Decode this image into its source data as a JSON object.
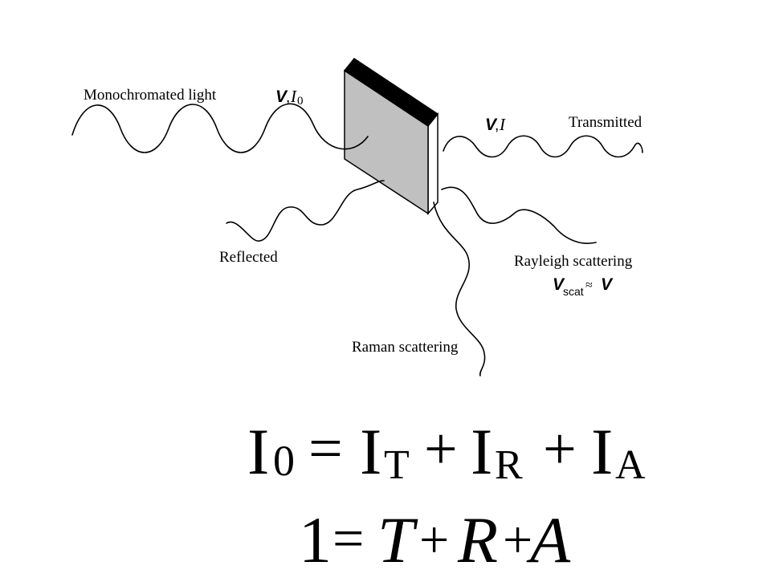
{
  "labels": {
    "incident": "Monochromated light",
    "transmitted": "Transmitted",
    "reflected": "Reflected",
    "rayleigh": "Rayleigh scattering",
    "raman": "Raman scattering"
  },
  "symbols": {
    "incident_nu": "V",
    "incident_sep": ",",
    "incident_I": "I",
    "incident_I_sub": "0",
    "trans_nu": "V",
    "trans_sep": ",",
    "trans_I": "I",
    "rayleigh_nu": "V",
    "rayleigh_nu_sub": "scat",
    "rayleigh_approx": "≈",
    "rayleigh_nu2": "V"
  },
  "equation1": {
    "lhs": "I",
    "lhs_sub": "0",
    "eq": "=",
    "t1": "I",
    "t1_sub": "T",
    "plus1": "+",
    "t2": "I",
    "t2_sub": "R",
    "plus2": "+",
    "t3": "I",
    "t3_sub": "A"
  },
  "equation2": {
    "lhs": "1",
    "eq": "=",
    "t1": "T",
    "plus1": "+",
    "t2": "R",
    "plus2": "+",
    "t3": "A"
  },
  "colors": {
    "background": "#ffffff",
    "stroke": "#000000",
    "sample_face": "#c0c0c0",
    "sample_top": "#000000",
    "sample_side": "#ffffff"
  }
}
